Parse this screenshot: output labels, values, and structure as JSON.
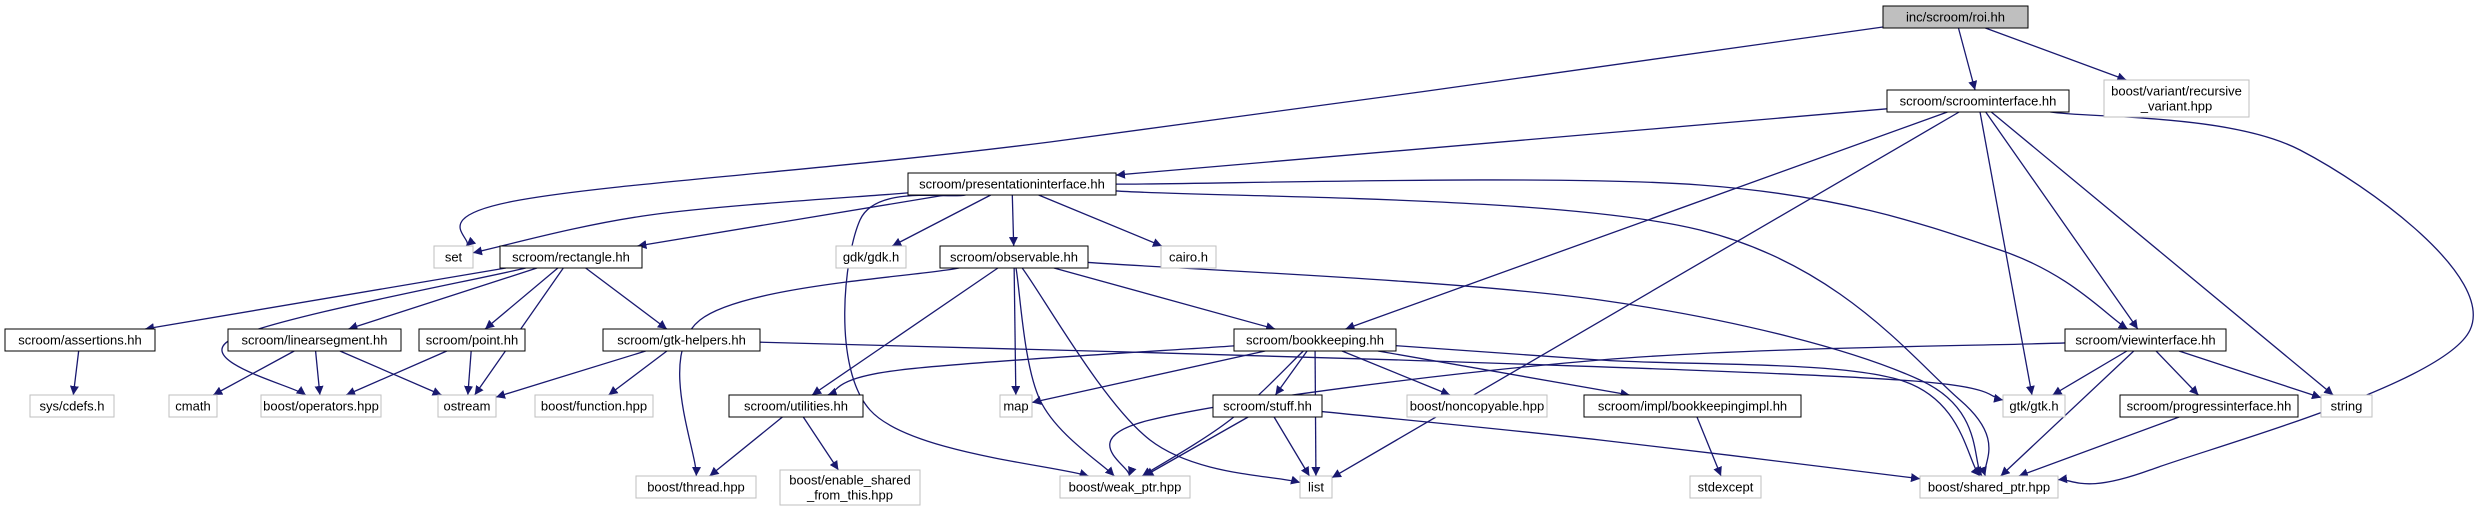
{
  "graph": {
    "colors": {
      "edge": "#191970",
      "internal_border": "#000000",
      "external_border": "#bfbfbf",
      "root_fill": "#bfbfbf",
      "node_fill": "#ffffff"
    },
    "nodes": [
      {
        "id": "roi",
        "label": "inc/scroom/roi.hh",
        "kind": "root"
      },
      {
        "id": "scroominterface",
        "label": "scroom/scroominterface.hh",
        "kind": "internal"
      },
      {
        "id": "variant",
        "label": "boost/variant/recursive\n_variant.hpp",
        "kind": "external"
      },
      {
        "id": "presentationinterface",
        "label": "scroom/presentationinterface.hh",
        "kind": "internal"
      },
      {
        "id": "set",
        "label": "set",
        "kind": "external"
      },
      {
        "id": "rectangle",
        "label": "scroom/rectangle.hh",
        "kind": "internal"
      },
      {
        "id": "gdk",
        "label": "gdk/gdk.h",
        "kind": "external"
      },
      {
        "id": "observable",
        "label": "scroom/observable.hh",
        "kind": "internal"
      },
      {
        "id": "cairo",
        "label": "cairo.h",
        "kind": "external"
      },
      {
        "id": "assertions",
        "label": "scroom/assertions.hh",
        "kind": "internal"
      },
      {
        "id": "linearsegment",
        "label": "scroom/linearsegment.hh",
        "kind": "internal"
      },
      {
        "id": "point",
        "label": "scroom/point.hh",
        "kind": "internal"
      },
      {
        "id": "gtkhelpers",
        "label": "scroom/gtk-helpers.hh",
        "kind": "internal"
      },
      {
        "id": "bookkeeping",
        "label": "scroom/bookkeeping.hh",
        "kind": "internal"
      },
      {
        "id": "viewinterface",
        "label": "scroom/viewinterface.hh",
        "kind": "internal"
      },
      {
        "id": "cdefs",
        "label": "sys/cdefs.h",
        "kind": "external"
      },
      {
        "id": "cmath",
        "label": "cmath",
        "kind": "external"
      },
      {
        "id": "operators",
        "label": "boost/operators.hpp",
        "kind": "external"
      },
      {
        "id": "ostream",
        "label": "ostream",
        "kind": "external"
      },
      {
        "id": "function",
        "label": "boost/function.hpp",
        "kind": "external"
      },
      {
        "id": "utilities",
        "label": "scroom/utilities.hh",
        "kind": "internal"
      },
      {
        "id": "map",
        "label": "map",
        "kind": "external"
      },
      {
        "id": "stuff",
        "label": "scroom/stuff.hh",
        "kind": "internal"
      },
      {
        "id": "noncopyable",
        "label": "boost/noncopyable.hpp",
        "kind": "external"
      },
      {
        "id": "bookkeepingimpl",
        "label": "scroom/impl/bookkeepingimpl.hh",
        "kind": "internal"
      },
      {
        "id": "gtk",
        "label": "gtk/gtk.h",
        "kind": "external"
      },
      {
        "id": "progressinterface",
        "label": "scroom/progressinterface.hh",
        "kind": "internal"
      },
      {
        "id": "string",
        "label": "string",
        "kind": "external"
      },
      {
        "id": "thread",
        "label": "boost/thread.hpp",
        "kind": "external"
      },
      {
        "id": "enable_shared",
        "label": "boost/enable_shared\n_from_this.hpp",
        "kind": "external"
      },
      {
        "id": "weak_ptr",
        "label": "boost/weak_ptr.hpp",
        "kind": "external"
      },
      {
        "id": "list",
        "label": "list",
        "kind": "external"
      },
      {
        "id": "stdexcept",
        "label": "stdexcept",
        "kind": "external"
      },
      {
        "id": "shared_ptr",
        "label": "boost/shared_ptr.hpp",
        "kind": "external"
      }
    ],
    "edges": [
      [
        "roi",
        "scroominterface"
      ],
      [
        "roi",
        "variant"
      ],
      [
        "roi",
        "set"
      ],
      [
        "scroominterface",
        "presentationinterface"
      ],
      [
        "scroominterface",
        "bookkeeping"
      ],
      [
        "scroominterface",
        "list"
      ],
      [
        "scroominterface",
        "gtk"
      ],
      [
        "scroominterface",
        "viewinterface"
      ],
      [
        "scroominterface",
        "string"
      ],
      [
        "scroominterface",
        "shared_ptr"
      ],
      [
        "presentationinterface",
        "set"
      ],
      [
        "presentationinterface",
        "rectangle"
      ],
      [
        "presentationinterface",
        "gdk"
      ],
      [
        "presentationinterface",
        "observable"
      ],
      [
        "presentationinterface",
        "cairo"
      ],
      [
        "presentationinterface",
        "weak_ptr"
      ],
      [
        "presentationinterface",
        "shared_ptr"
      ],
      [
        "presentationinterface",
        "viewinterface"
      ],
      [
        "rectangle",
        "assertions"
      ],
      [
        "rectangle",
        "linearsegment"
      ],
      [
        "rectangle",
        "point"
      ],
      [
        "rectangle",
        "gtkhelpers"
      ],
      [
        "rectangle",
        "operators"
      ],
      [
        "rectangle",
        "ostream"
      ],
      [
        "assertions",
        "cdefs"
      ],
      [
        "linearsegment",
        "cmath"
      ],
      [
        "linearsegment",
        "operators"
      ],
      [
        "linearsegment",
        "ostream"
      ],
      [
        "point",
        "operators"
      ],
      [
        "point",
        "ostream"
      ],
      [
        "gtkhelpers",
        "ostream"
      ],
      [
        "gtkhelpers",
        "function"
      ],
      [
        "gtkhelpers",
        "gtk"
      ],
      [
        "observable",
        "bookkeeping"
      ],
      [
        "observable",
        "utilities"
      ],
      [
        "observable",
        "map"
      ],
      [
        "observable",
        "thread"
      ],
      [
        "observable",
        "weak_ptr"
      ],
      [
        "observable",
        "list"
      ],
      [
        "observable",
        "shared_ptr"
      ],
      [
        "bookkeeping",
        "utilities"
      ],
      [
        "bookkeeping",
        "map"
      ],
      [
        "bookkeeping",
        "weak_ptr"
      ],
      [
        "bookkeeping",
        "stuff"
      ],
      [
        "bookkeeping",
        "list"
      ],
      [
        "bookkeeping",
        "noncopyable"
      ],
      [
        "bookkeeping",
        "bookkeepingimpl"
      ],
      [
        "bookkeeping",
        "shared_ptr"
      ],
      [
        "viewinterface",
        "weak_ptr"
      ],
      [
        "viewinterface",
        "gtk"
      ],
      [
        "viewinterface",
        "progressinterface"
      ],
      [
        "viewinterface",
        "string"
      ],
      [
        "viewinterface",
        "shared_ptr"
      ],
      [
        "utilities",
        "thread"
      ],
      [
        "utilities",
        "enable_shared"
      ],
      [
        "stuff",
        "weak_ptr"
      ],
      [
        "stuff",
        "list"
      ],
      [
        "stuff",
        "shared_ptr"
      ],
      [
        "bookkeepingimpl",
        "stdexcept"
      ],
      [
        "progressinterface",
        "shared_ptr"
      ]
    ]
  }
}
